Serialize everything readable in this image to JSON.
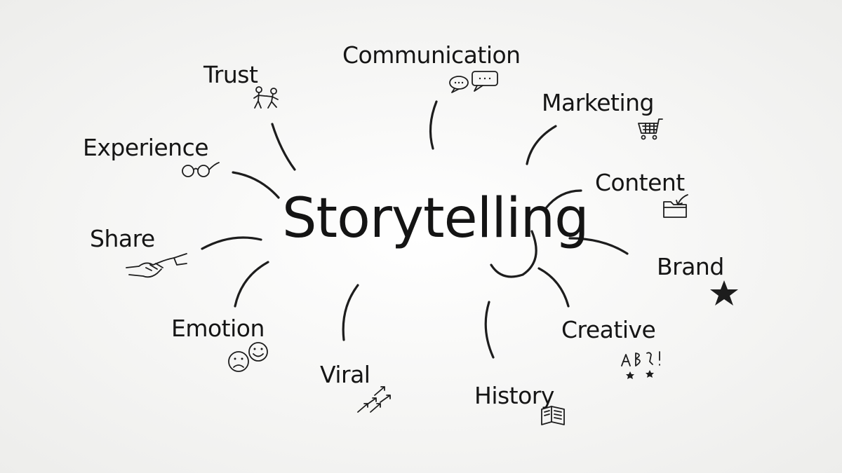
{
  "center": {
    "label": "Storytelling"
  },
  "nodes": [
    {
      "id": "communication",
      "label": "Communication",
      "icon": "speech-bubbles-icon"
    },
    {
      "id": "trust",
      "label": "Trust",
      "icon": "people-icon"
    },
    {
      "id": "marketing",
      "label": "Marketing",
      "icon": "shopping-cart-icon"
    },
    {
      "id": "experience",
      "label": "Experience",
      "icon": "glasses-icon"
    },
    {
      "id": "content",
      "label": "Content",
      "icon": "folder-icon"
    },
    {
      "id": "share",
      "label": "Share",
      "icon": "handshake-icon"
    },
    {
      "id": "brand",
      "label": "Brand",
      "icon": "star-icon"
    },
    {
      "id": "emotion",
      "label": "Emotion",
      "icon": "faces-icon"
    },
    {
      "id": "creative",
      "label": "Creative",
      "icon": "doodle-icon"
    },
    {
      "id": "viral",
      "label": "Viral",
      "icon": "arrows-icon"
    },
    {
      "id": "history",
      "label": "History",
      "icon": "book-icon"
    }
  ],
  "colors": {
    "ink": "#1d1d1d",
    "background": "#f4f4f2"
  }
}
